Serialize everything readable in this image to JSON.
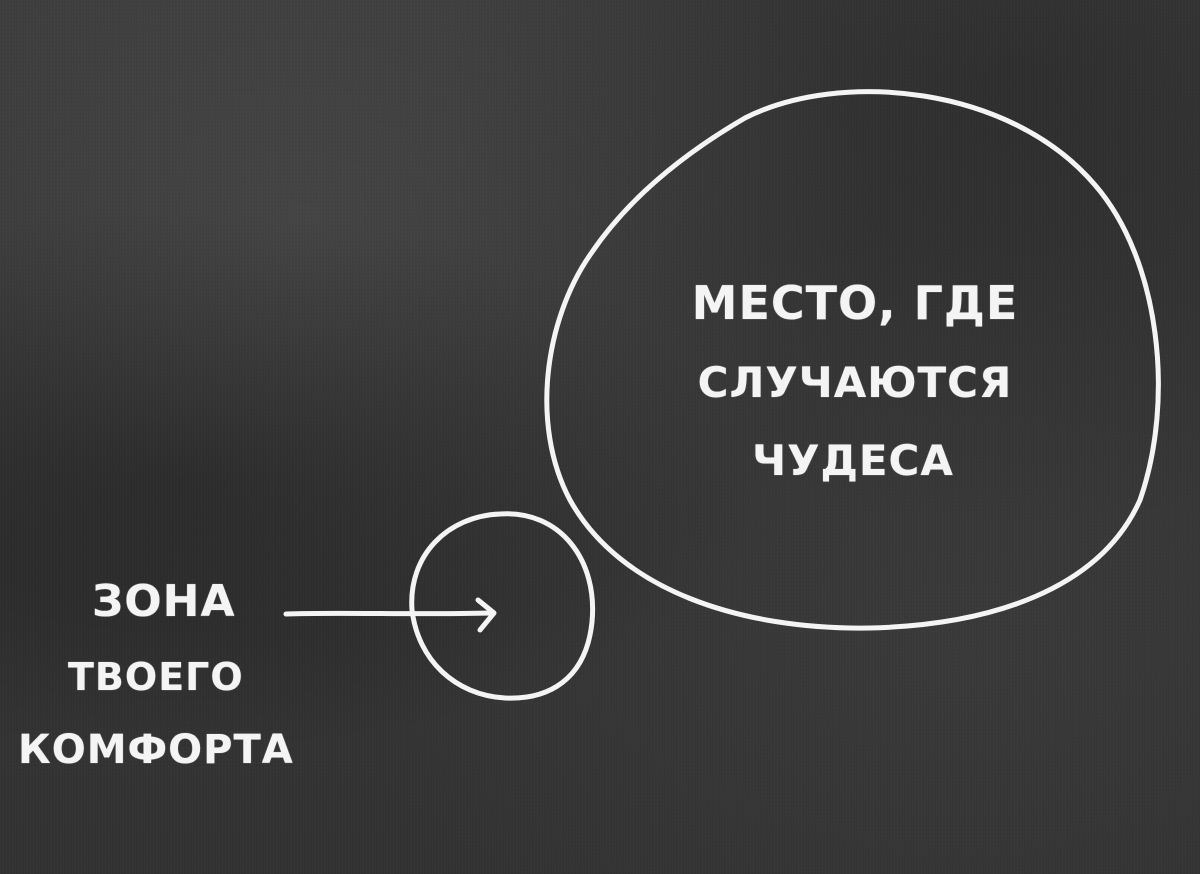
{
  "diagram": {
    "background": "chalkboard",
    "chalk_color": "#f4f4f4",
    "board_color": "#3a3a3a",
    "magic_zone": {
      "shape": "large-circle",
      "lines": [
        "МЕСТО, ГДЕ",
        "СЛУЧАЮТСЯ",
        "ЧУДЕСА"
      ]
    },
    "comfort_zone": {
      "shape": "small-circle",
      "lines": [
        "ЗОНА",
        "ТВОЕГО",
        "КОМФОРТА"
      ]
    },
    "arrow": {
      "from": "comfort-zone-label",
      "to": "comfort-zone-circle"
    }
  }
}
